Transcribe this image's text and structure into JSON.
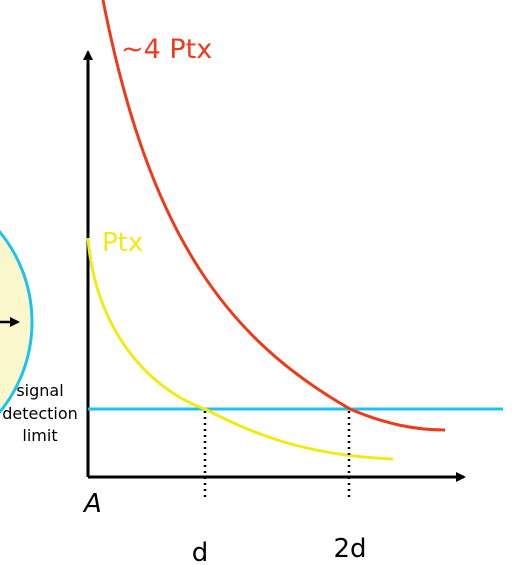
{
  "labels": {
    "curve_high": "~4 Ptx",
    "curve_low": "Ptx",
    "threshold": [
      "signal",
      "detection",
      "limit"
    ],
    "origin": "A",
    "x_d": "d",
    "x_2d": "2d"
  },
  "colors": {
    "curve_high": "#ee3a1b",
    "curve_low": "#f2ea14",
    "threshold": "#1ec2ee",
    "axes": "#000000",
    "circle_fill": "#fbf7cc",
    "circle_stroke": "#1ec2ee"
  }
}
